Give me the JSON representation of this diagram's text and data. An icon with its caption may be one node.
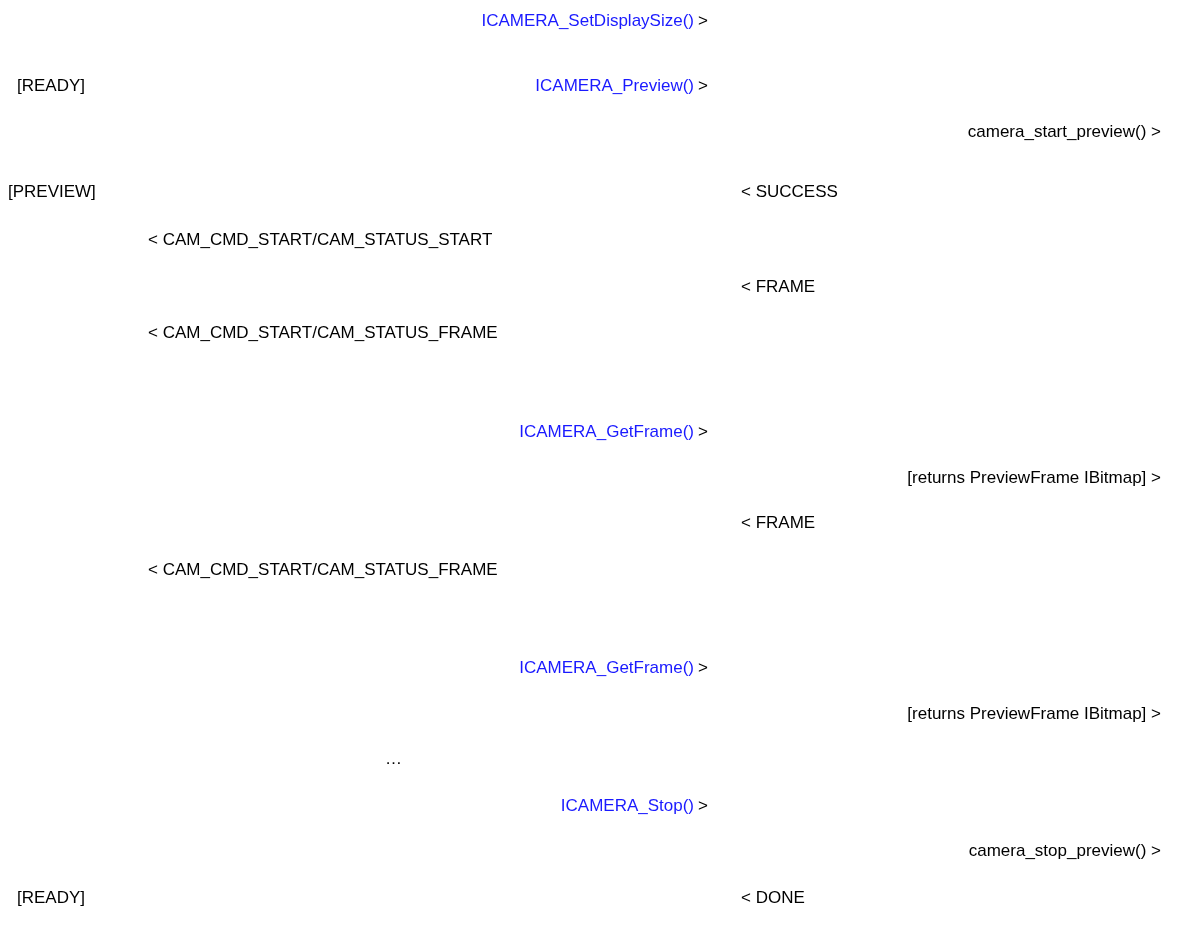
{
  "diagram": {
    "labels": [
      "ICAMERA_SetDisplaySize()",
      ">",
      "[READY]",
      "ICAMERA_Preview()",
      ">",
      "camera_start_preview() >",
      "[PREVIEW]",
      "< SUCCESS",
      "< CAM_CMD_START/CAM_STATUS_START",
      "< FRAME",
      "< CAM_CMD_START/CAM_STATUS_FRAME",
      "ICAMERA_GetFrame()",
      ">",
      "[returns PreviewFrame IBitmap] >",
      "< FRAME",
      "< CAM_CMD_START/CAM_STATUS_FRAME",
      "ICAMERA_GetFrame()",
      ">",
      "[returns PreviewFrame IBitmap] >",
      "…",
      "ICAMERA_Stop()",
      ">",
      "camera_stop_preview() >",
      "[READY]",
      "< DONE"
    ]
  }
}
